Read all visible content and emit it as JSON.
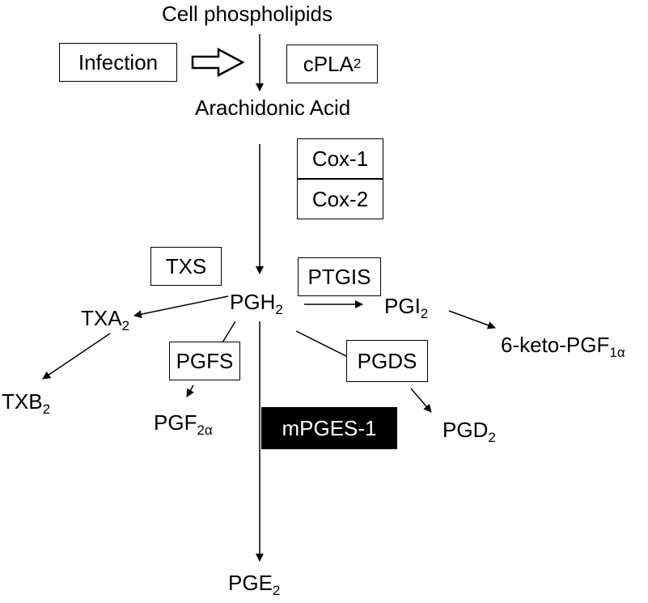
{
  "nodes": {
    "cell_phospholipids": "Cell phospholipids",
    "arachidonic_acid": "Arachidonic Acid",
    "pgh2": {
      "base": "PGH",
      "sub": "2"
    },
    "txa2": {
      "base": "TXA",
      "sub": "2"
    },
    "txb2": {
      "base": "TXB",
      "sub": "2"
    },
    "pgi2": {
      "base": "PGI",
      "sub": "2"
    },
    "keto": {
      "base": "6-keto-PGF",
      "sub": "1α"
    },
    "pgf2a": {
      "base": "PGF",
      "sub": "2α"
    },
    "pgd2": {
      "base": "PGD",
      "sub": "2"
    },
    "pge2": {
      "base": "PGE",
      "sub": "2"
    }
  },
  "enzymes": {
    "infection": "Infection",
    "cpla2": {
      "base": "cPLA",
      "sub": "2"
    },
    "cox1": "Cox-1",
    "cox2": "Cox-2",
    "txs": "TXS",
    "ptgis": "PTGIS",
    "pgfs": "PGFS",
    "pgds": "PGDS",
    "mpges1": "mPGES-1"
  }
}
